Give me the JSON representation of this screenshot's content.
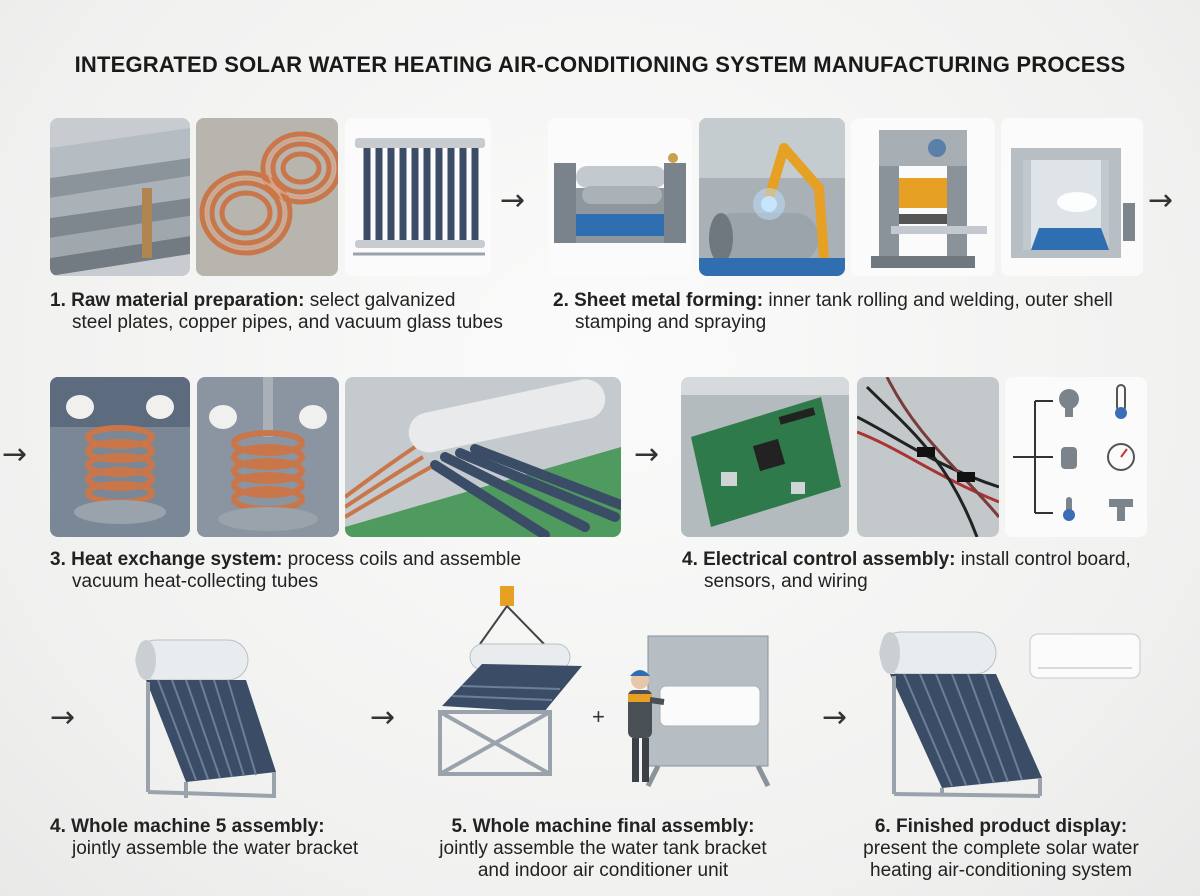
{
  "title": "INTEGRATED SOLAR WATER HEATING AIR-CONDITIONING SYSTEM MANUFACTURING PROCESS",
  "arrow": "→",
  "plus": "+",
  "steps": [
    {
      "label": "1. Raw material preparation:",
      "line1": " select galvanized",
      "line2": "steel plates, copper pipes, and vacuum glass tubes"
    },
    {
      "label": "2. Sheet metal forming:",
      "line1": " inner tank rolling and welding, outer shell",
      "line2": "stamping and spraying"
    },
    {
      "label": "3. Heat exchange system:",
      "line1": " process coils and assemble",
      "line2": "vacuum heat-collecting tubes"
    },
    {
      "label": "4. Electrical control assembly:",
      "line1": " install control board,",
      "line2": "sensors, and wiring"
    },
    {
      "label": "4. Whole machine 5 assembly:",
      "line2": "jointly assemble the water bracket"
    },
    {
      "label": "5. Whole machine final assembly:",
      "line2": "jointly assemble the water tank bracket",
      "line3": "and indoor air conditioner unit"
    },
    {
      "label": "6. Finished product display:",
      "line2": "present the complete solar water",
      "line3": "heating air-conditioning system"
    }
  ],
  "colors": {
    "copper": "#c9774a",
    "steel": "#9aa3ab",
    "pcb": "#2f7a4a",
    "glass": "#3b4d66"
  }
}
